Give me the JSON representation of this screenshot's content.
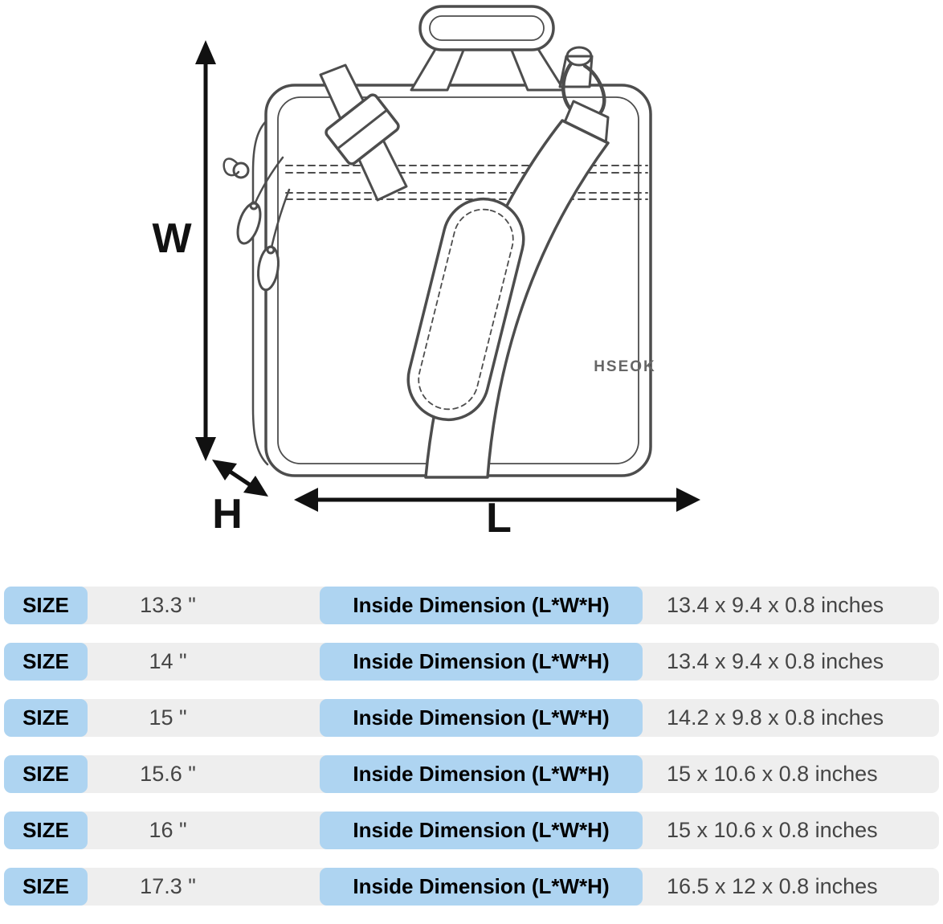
{
  "colors": {
    "pill": "#aed4f1",
    "row_bg": "#eeeeee",
    "line": "#4d4d4d",
    "arrow": "#111111",
    "value_text": "#454545"
  },
  "diagram": {
    "brand": "HSEOK",
    "width_label": "W",
    "height_label": "H",
    "length_label": "L"
  },
  "table": {
    "size_label": "SIZE",
    "dim_label": "Inside Dimension (L*W*H)",
    "rows": [
      {
        "size": "13.3 \"",
        "dimension": "13.4 x 9.4 x 0.8 inches"
      },
      {
        "size": "14 \"",
        "dimension": "13.4 x 9.4 x 0.8 inches"
      },
      {
        "size": "15 \"",
        "dimension": "14.2 x 9.8 x 0.8 inches"
      },
      {
        "size": "15.6 \"",
        "dimension": "15 x 10.6 x 0.8 inches"
      },
      {
        "size": "16 \"",
        "dimension": "15 x 10.6 x 0.8 inches"
      },
      {
        "size": "17.3 \"",
        "dimension": "16.5 x 12 x 0.8 inches"
      }
    ]
  }
}
